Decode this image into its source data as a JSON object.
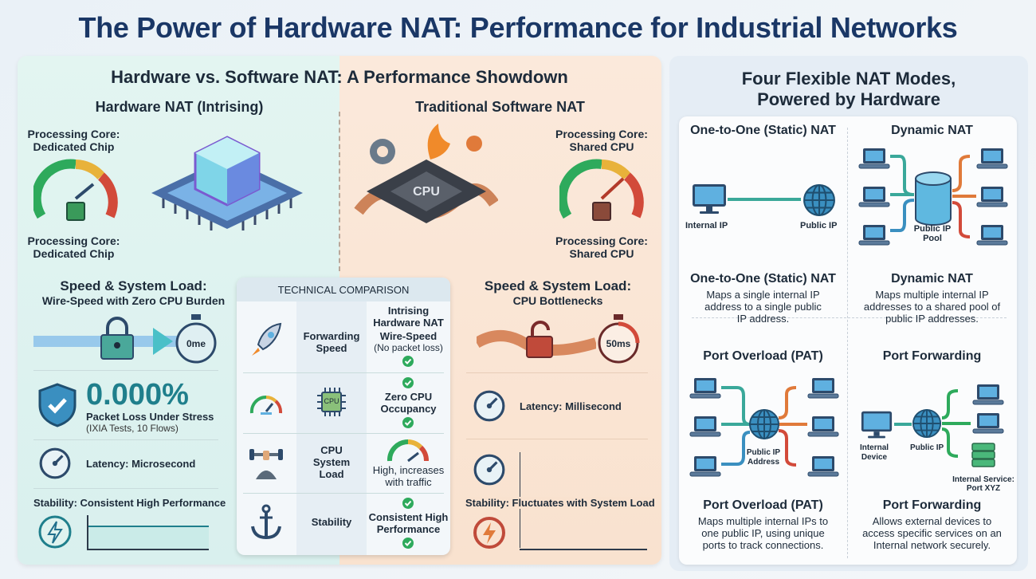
{
  "title": "The Power of Hardware NAT: Performance for Industrial Networks",
  "showdown": {
    "heading": "Hardware vs. Software NAT: A Performance Showdown",
    "hardware": {
      "title": "Hardware NAT (Intrising)",
      "core_label_top": [
        "Processing Core:",
        "Dedicated Chip"
      ],
      "core_label_bottom": [
        "Processing Core:",
        "Dedicated Chip"
      ],
      "speed_heading": "Speed & System Load:",
      "speed_sub": "Wire-Speed with Zero CPU Burden",
      "timer": "0me",
      "packet_loss_value": "0.000%",
      "packet_loss_label": "Packet Loss Under Stress",
      "packet_loss_note": "(IXIA Tests, 10 Flows)",
      "latency": "Latency: Microsecond",
      "stability": "Stability: Consistent High Performance"
    },
    "software": {
      "title": "Traditional Software NAT",
      "cpu_chip": "CPU",
      "core_label_top": [
        "Processing Core:",
        "Shared CPU"
      ],
      "core_label_bottom": [
        "Processing Core:",
        "Shared CPU"
      ],
      "speed_heading": "Speed & System Load:",
      "speed_sub": "CPU Bottlenecks",
      "timer": "50ms",
      "latency": "Latency: Millisecond",
      "stability": "Stability: Fluctuates with System Load"
    },
    "table": {
      "header": "TECHNICAL COMPARISON",
      "col_header": [
        "Intrising",
        "Hardware NAT"
      ],
      "rows": [
        {
          "icon": "rocket-icon",
          "metric": [
            "Forwarding",
            "Speed"
          ],
          "value": [
            "Wire-Speed",
            "(No packet loss)"
          ]
        },
        {
          "icon": "gauge-icon",
          "metric_chip": "CPU",
          "value": [
            "Zero CPU",
            "Occupancy"
          ]
        },
        {
          "icon": "weightlifter-icon",
          "metric": [
            "CPU",
            "System",
            "Load"
          ],
          "value": [
            "High, increases",
            "with traffic"
          ]
        },
        {
          "icon": "anchor-icon",
          "metric": [
            "Stability"
          ],
          "value": [
            "Consistent High",
            "Performance"
          ]
        }
      ]
    }
  },
  "modes": {
    "heading": [
      "Four Flexible NAT Modes,",
      "Powered by Hardware"
    ],
    "quadrants": [
      {
        "title": "One-to-One (Static) NAT",
        "labels": [
          "Internal IP",
          "Public IP"
        ],
        "name": "One-to-One (Static) NAT",
        "desc": [
          "Maps a single internal IP",
          "address to a single public",
          "IP address."
        ]
      },
      {
        "title": "Dynamic NAT",
        "labels": [
          "Public IP",
          "Pool"
        ],
        "name": "Dynamic NAT",
        "desc": [
          "Maps multiple internal IP",
          "addresses to a shared pool of",
          "public IP addresses."
        ]
      },
      {
        "title": "Port Overload (PAT)",
        "labels": [
          "Public IP",
          "Address"
        ],
        "name": "Port Overload (PAT)",
        "desc": [
          "Maps multiple internal IPs to",
          "one public IP, using unique",
          "ports to track connections."
        ]
      },
      {
        "title": "Port Forwarding",
        "labels": [
          "Internal",
          "Device",
          "Public IP",
          "Internal Service:",
          "Port XYZ"
        ],
        "name": "Port Forwarding",
        "desc": [
          "Allows external devices to",
          "access specific services on an",
          "Internal network securely."
        ]
      }
    ]
  },
  "colors": {
    "navy": "#1a3766",
    "teal": "#1f7f8c",
    "green": "#2eaa5c",
    "orange": "#e07a3a",
    "red": "#d24a3a"
  }
}
